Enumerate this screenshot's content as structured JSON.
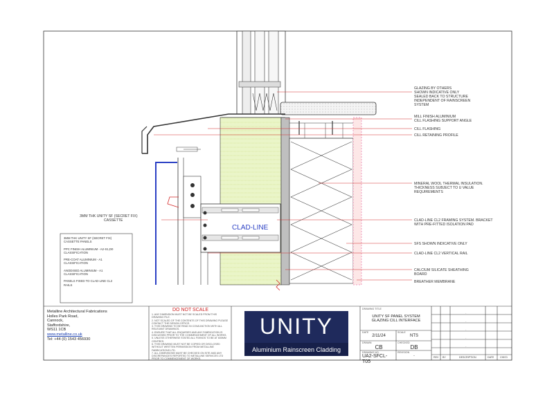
{
  "drawing": {
    "callouts": [
      "GLAZING BY OTHERS",
      "SHOWN INDICATIVE ONLY",
      "SEALED BACK TO STRUCTURE",
      "INDEPENDENT OF RAINSCREEN",
      "SYSTEM",
      "MILL FINISH ALUMINIUM",
      "CILL FLASHING SUPPORT ANGLE",
      "CILL FLASHING",
      "CILL RETAINING PROFILE",
      "MINERAL WOOL THERMAL INSULATION.",
      "THICKNESS SUBJECT TO U VALUE",
      "REQUIREMENTS",
      "CLAD-LINE CL2 FRAMING SYSTEM. BRACKET",
      "WITH PRE-FITTED ISOLATION PAD",
      "SFS SHOWN INDICATIVE ONLY",
      "CLAD-LINE CL2 VERTICAL RAIL",
      "CALCIUM SILICATE SHEATHING",
      "BOARD",
      "BREATHER MEMBRANE"
    ],
    "left_callout": [
      "3MM THK UNITY SF (SECRET FIX)",
      "CASSETTE"
    ],
    "rail_label": "CLAD-LINE",
    "spec_box": [
      "3MM THK UNITY SF (SECRET FIX)",
      "CASSETTE PANELS",
      "",
      "PPC FINISH ALUMINIUM - A2-S1,D0",
      "CLASSIFICATION",
      "",
      "PRE-COAT ALUMINIUM - A1",
      "CLASSIFICATION",
      "",
      "ANODISED ALUMINIUM - A1",
      "CLASSIFICATION",
      "",
      "PANELS FIXED TO CLAD-LINE CL2",
      "RAILS"
    ]
  },
  "title_block": {
    "company": "Metalline Architectural Fabrications",
    "address": [
      "Holles Park Road,",
      "Cannock,",
      "Staffordshire,",
      "WS11 1CB"
    ],
    "website": "www.metalline.co.uk",
    "phone": "Tel: +44 (0) 1543 456930",
    "warning": "DO NOT SCALE",
    "notes": [
      "1. ANY DIMENSION MUST NOT BE SCALED FROM THIS DRAWING FILE.",
      "2. NOT SCALED OF THE CONTENTS OF THIS DRAWING PLEASE CONTACT THE DESIGN OFFICE.",
      "3. THIS DRAWING TO BE READ IN CONJUNCTION WITH ALL RELEVANT DRAWINGS.",
      "4. ENSURE THAT ALL ENQUIRIES AND ANY FABRICATION IS DISCUSSED PRIOR TO THE COMMENCEMENT OF ALL WORKS.",
      "5. UNLESS OTHERWISE STATED ALL FIXINGS TO BE AT 600MM CENTRES.",
      "6. THIS DRAWING MUST NOT BE COPIED OR DISCLOSED WITHOUT WRITTEN PERMISSION FROM METALLINE FABRICATIONS LTD.",
      "7. ALL DIMENSIONS MUST BE CHECKED ON SITE AND ANY DISCREPANCIES REPORTED TO METALLINE SERVICES LTD PRIOR TO COMMENCEMENT OF WORKS."
    ],
    "logo_word": "UNITY",
    "logo_tagline": "Aluminium Rainscreen Cladding",
    "drawing_title_label": "DRAWING TITLE",
    "drawing_title": [
      "UNITY SF PANEL SYSTEM",
      "GLAZING CILL INTERFACE"
    ],
    "date_label": "DATE",
    "date": "2/11/24",
    "scale_label": "SCALE",
    "scale": "NTS",
    "drawn_label": "DRAWN",
    "drawn": "CB",
    "checked_label": "CHECKED",
    "checked": "DB",
    "drawing_no_label": "DRAWING NO.",
    "drawing_no": "UA2-SFCL-T05",
    "revision_label": "REVISION",
    "revision": "-",
    "rev_headers": [
      "REV",
      "BY",
      "DESCRIPTION",
      "DATE",
      "CHK'D"
    ],
    "rev_rows": [
      "-",
      "-",
      "-",
      "-",
      "-"
    ]
  },
  "colors": {
    "brand_navy": "#1f2a5c",
    "insulation_green": "#eaf5c8",
    "cladding_blue": "#2a3fc4",
    "leader_red": "#d42a2a",
    "warning_red": "#cc2222"
  }
}
